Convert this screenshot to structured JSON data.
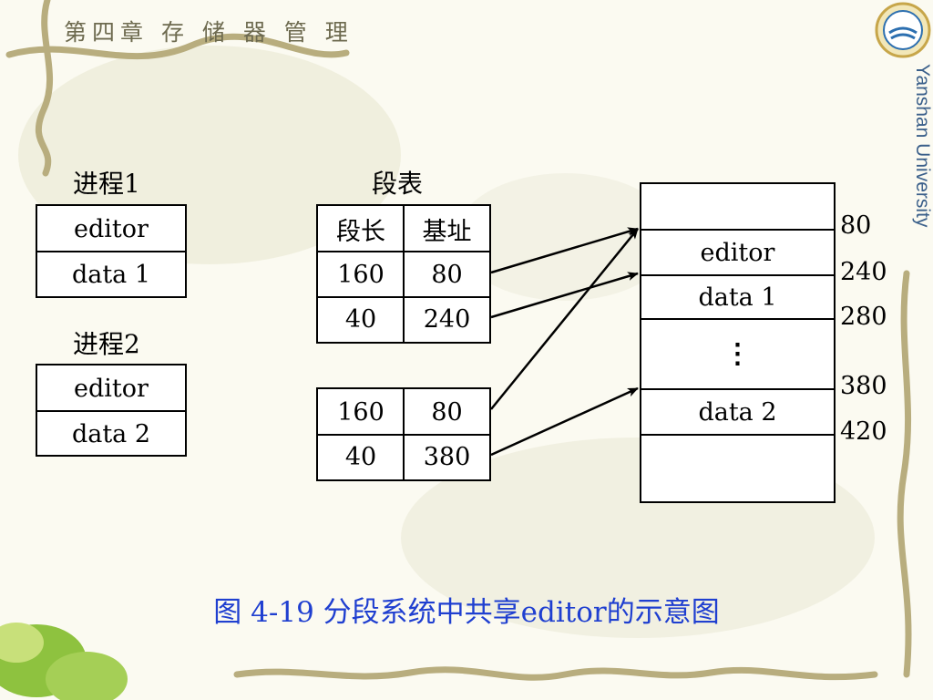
{
  "header": {
    "chapter": "第四章 存 储 器 管 理"
  },
  "watermark": {
    "university": "Yanshan University"
  },
  "process1": {
    "title": "进程1",
    "segments": [
      "editor",
      "data 1"
    ]
  },
  "process2": {
    "title": "进程2",
    "segments": [
      "editor",
      "data 2"
    ]
  },
  "segment_table": {
    "title": "段表",
    "headers": [
      "段长",
      "基址"
    ],
    "table1": [
      [
        "160",
        "80"
      ],
      [
        "40",
        "240"
      ]
    ],
    "table2": [
      [
        "160",
        "80"
      ],
      [
        "40",
        "380"
      ]
    ]
  },
  "memory": {
    "blocks": [
      "editor",
      "data 1",
      "⋮",
      "data 2"
    ],
    "addresses": [
      "80",
      "240",
      "280",
      "380",
      "420"
    ]
  },
  "caption": "图 4-19 分段系统中共享editor的示意图",
  "colors": {
    "caption": "#1f3fd0",
    "background": "#fbfaf1",
    "vine": "#b8ad7e"
  }
}
